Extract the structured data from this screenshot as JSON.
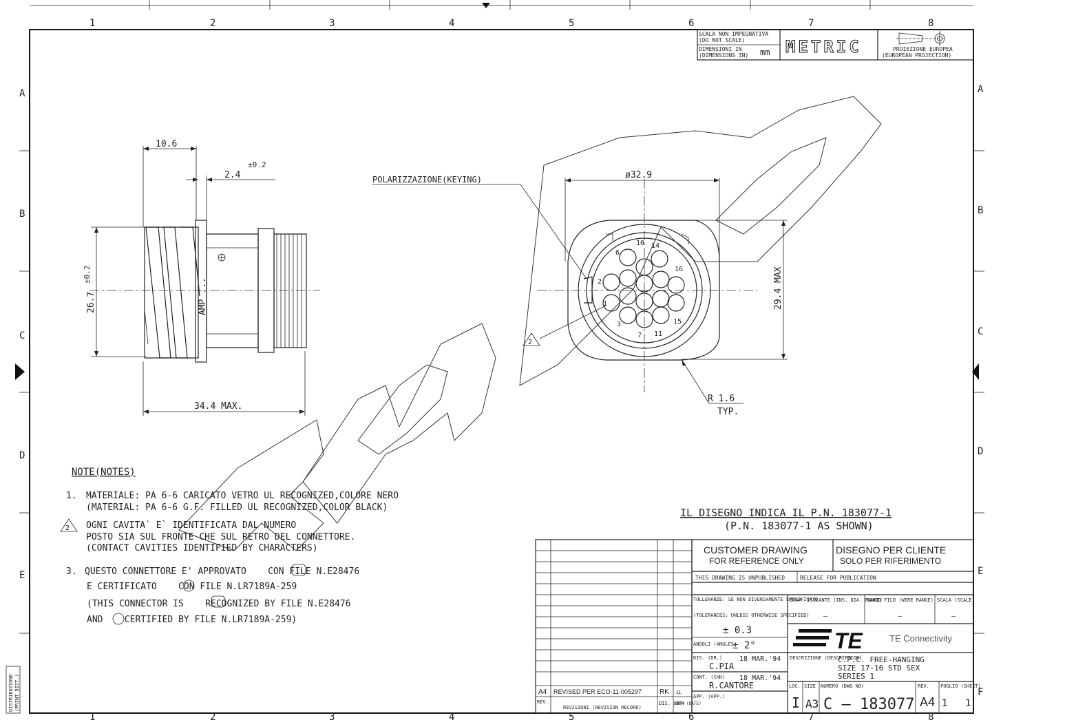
{
  "grid": {
    "cols": [
      "1",
      "2",
      "3",
      "4",
      "5",
      "6",
      "7",
      "8"
    ],
    "rows": [
      "A",
      "B",
      "C",
      "D",
      "E",
      "F"
    ]
  },
  "scale_box": {
    "scale_it": "SCALA NON IMPEGNATIVA",
    "scale_en": "(DO NOT SCALE)",
    "dim_it": "DIMENSIONI IN",
    "dim_en": "(DIMENSIONS IN)",
    "unit": "mm",
    "metric": "METRIC",
    "proj_it": "PROIEZIONE EUROPEA",
    "proj_en": "(EUROPEAN PROJECTION)"
  },
  "side_view": {
    "dim_width": "10.6",
    "dim_flange": "2.4",
    "dim_flange_tol": "±0.2",
    "dim_height": "26.7",
    "dim_height_tol": "±0.2",
    "dim_length": "34.4 MAX.",
    "marking": "AMP ..."
  },
  "front_view": {
    "keying_label": "POLARIZZAZIONE(KEYING)",
    "dim_diameter": "ø32.9",
    "dim_height": "29.4 MAX",
    "radius": "R 1.6",
    "radius_typ": "TYP.",
    "note_ref": "2",
    "pins": [
      "1",
      "2",
      "3",
      "6",
      "7",
      "10",
      "11",
      "14",
      "15",
      "16"
    ]
  },
  "notes": {
    "header": "NOTE(NOTES)",
    "n1_num": "1.",
    "n1_l1": "MATERIALE: PA 6-6 CARICATO VETRO UL RECOGNIZED,COLORE NERO",
    "n1_l2": "(MATERIAL: PA 6-6 G.F. FILLED UL RECOGNIZED,COLOR BLACK)",
    "n2_num": "2",
    "n2_l1": "OGNI CAVITA` E` IDENTIFICATA DAL NUMERO",
    "n2_l2": "POSTO SIA SUL FRONTE CHE SUL RETRO DEL CONNETTORE.",
    "n2_l3": "(CONTACT CAVITIES IDENTIFIED BY CHARACTERS)",
    "n3_num": "3.",
    "n3_l1": "QUESTO CONNETTORE E' APPROVATO    CON FILE N.E28476",
    "n3_l2": "E CERTIFICATO    CON FILE N.LR7189A-259",
    "n3_l3": "(THIS CONNECTOR IS    RECOGNIZED BY FILE N.E28476",
    "n3_l4": "AND    CERTIFIED BY FILE N.LR7189A-259)"
  },
  "part_indication": {
    "it": "IL DISEGNO INDICA IL P.N. 183077-1",
    "en": "(P.N. 183077-1 AS SHOWN)"
  },
  "title_block": {
    "customer_l1": "CUSTOMER DRAWING",
    "customer_l2": "FOR REFERENCE ONLY",
    "cliente_l1": "DISEGNO PER CLIENTE",
    "cliente_l2": "SOLO PER RIFERIMENTO",
    "unpublished": "THIS DRAWING IS UNPUBLISHED",
    "release": "RELEASE FOR PUBLICATION",
    "tol_it": "TOLLERANZE: SE NON DIVERSAMENTE SPECIFICATO",
    "tol_en": "(TOLERANCES: UNLESS OTHERWISE SPECIFIED)",
    "tol_value": "± 0.3",
    "angles_label": "ANGOLI (ANGLES)",
    "angle_value": "± 2°",
    "diam_label": "DIAM. ISOLANTE (INS. DIA. RANGE)",
    "diam_value": "—",
    "wire_label": "RANGO FILO (WIRE RANGE)",
    "wire_value": "—",
    "scale_label": "SCALA (SCALE)",
    "scale_value": "—",
    "company": "TE Connectivity",
    "logo_text": "TE",
    "dis_label": "DIS. (DR.)",
    "dis_name": "C.PIA",
    "dis_date": "18 MAR.'94",
    "cont_label": "CONT. (CHK)",
    "cont_name": "R.CANTORE",
    "cont_date": "18 MAR.'94",
    "app_label": "APP. (APP.)",
    "desc_label": "DESCRIZIONE (DESCRIPTION)",
    "desc_l1": "C.P.C. FREE-HANGING",
    "desc_l2": "SIZE 17-16 STD SEX",
    "desc_l3": "SERIES 1",
    "loc_label": "LOC.",
    "loc_value": "I",
    "size_label": "SIZE",
    "size_value": "A3",
    "num_label": "NUMERO (DWG NO)",
    "num_value": "C — 183077",
    "rev_label": "REV.",
    "rev_value": "A4",
    "sheet_label": "FOGLIO (SHEET)",
    "sheet_value": "1",
    "sheet_of": "1"
  },
  "revisions": {
    "row_rev": "A4",
    "row_desc": "REVISED PER ECO-11-005297",
    "row_by": "RK",
    "row_date": "11",
    "col_rev": "REV.",
    "col_desc": "REVISIONI (REVISION RECORD)",
    "col_dis": "DIS. (DR)",
    "col_data": "DATA (DATE)"
  },
  "distribution": {
    "l1": "DISTRIBUZIONE",
    "l2": "(PRINT DIST.)"
  },
  "watermark": "AMP"
}
